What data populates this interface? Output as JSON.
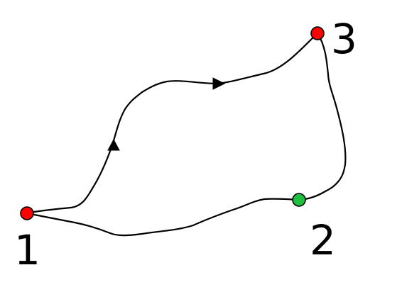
{
  "colors": {
    "background": "#ffffff",
    "stroke": "#000000",
    "node_red": "#ff0000",
    "node_green": "#1fbf3f"
  },
  "nodes": [
    {
      "id": "1",
      "label": "1",
      "color": "red"
    },
    {
      "id": "2",
      "label": "2",
      "color": "green"
    },
    {
      "id": "3",
      "label": "3",
      "color": "red"
    }
  ],
  "edges": [
    {
      "from": "1",
      "to": "3",
      "route": "upper",
      "arrows": 2
    },
    {
      "from": "3",
      "to": "2",
      "route": "right",
      "arrows": 0
    },
    {
      "from": "2",
      "to": "1",
      "route": "lower",
      "arrows": 0
    }
  ]
}
